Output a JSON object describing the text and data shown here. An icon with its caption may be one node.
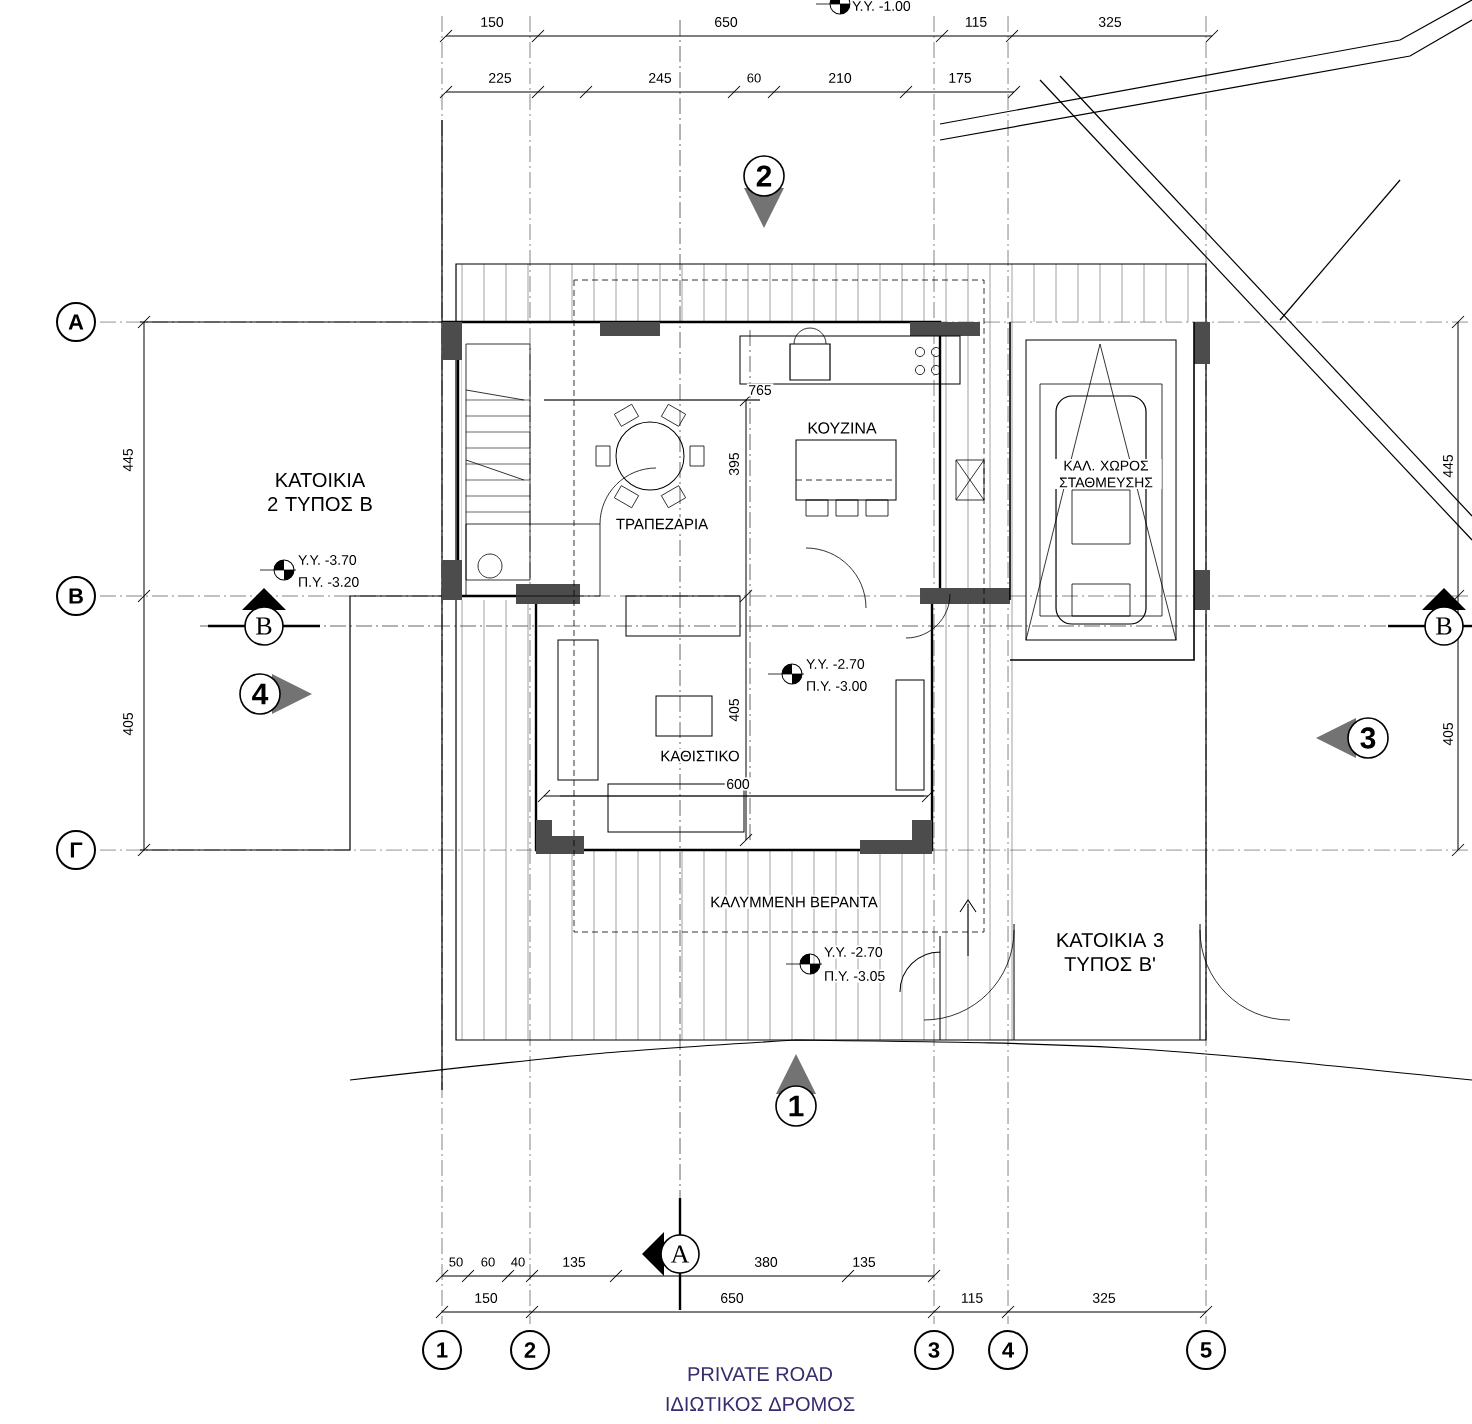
{
  "diagram": {
    "nodes": [
      {
        "text": [
          "2"
        ]
      },
      {
        "text": [
          "A"
        ]
      },
      {
        "text": [
          "B"
        ]
      },
      {
        "text": [
          "B"
        ]
      },
      {
        "text": [
          "B"
        ]
      },
      {
        "text": [
          "4"
        ]
      },
      {
        "text": [
          "3"
        ]
      },
      {
        "text": [
          "Γ"
        ]
      },
      {
        "text": [
          "1"
        ]
      },
      {
        "text": [
          "A"
        ]
      },
      {
        "text": [
          "1"
        ]
      },
      {
        "text": [
          "2"
        ]
      },
      {
        "text": [
          "3"
        ]
      },
      {
        "text": [
          "4"
        ]
      },
      {
        "text": [
          "5"
        ]
      }
    ],
    "labels": [
      "Υ.Υ. -1.00",
      "150",
      "650",
      "115",
      "325",
      "225",
      "245",
      "60",
      "210",
      "175",
      "ΚΑΤΟΙΚΙΑ 2 ΤΥΠΟΣ Β",
      "445",
      "765",
      "ΚΟΥΖΙΝΑ",
      "395",
      "ΚΑΛ. ΧΩΡΟΣ ΣΤΑΘΜΕΥΣΗΣ",
      "445",
      "ΤΡΑΠΕΖΑΡΙΑ",
      "Υ.Υ. -3.70",
      "Π.Υ. -3.20",
      "Υ.Υ. -2.70",
      "Π.Υ. -3.00",
      "405",
      "405",
      "405",
      "ΚΑΘΙΣΤΙΚΟ",
      "600",
      "ΚΑΛΥΜΜΕΝΗ ΒΕΡΑΝΤΑ",
      "ΚΑΤΟΙΚΙΑ 3 ΤΥΠΟΣ Β'",
      "Υ.Υ. -2.70",
      "Π.Υ. -3.05",
      "50",
      "60",
      "40",
      "135",
      "380",
      "135",
      "150",
      "650",
      "115",
      "325",
      "PRIVATE ROAD",
      "ΙΔΙΩΤΙΚΟΣ ΔΡΟΜΟΣ"
    ]
  }
}
